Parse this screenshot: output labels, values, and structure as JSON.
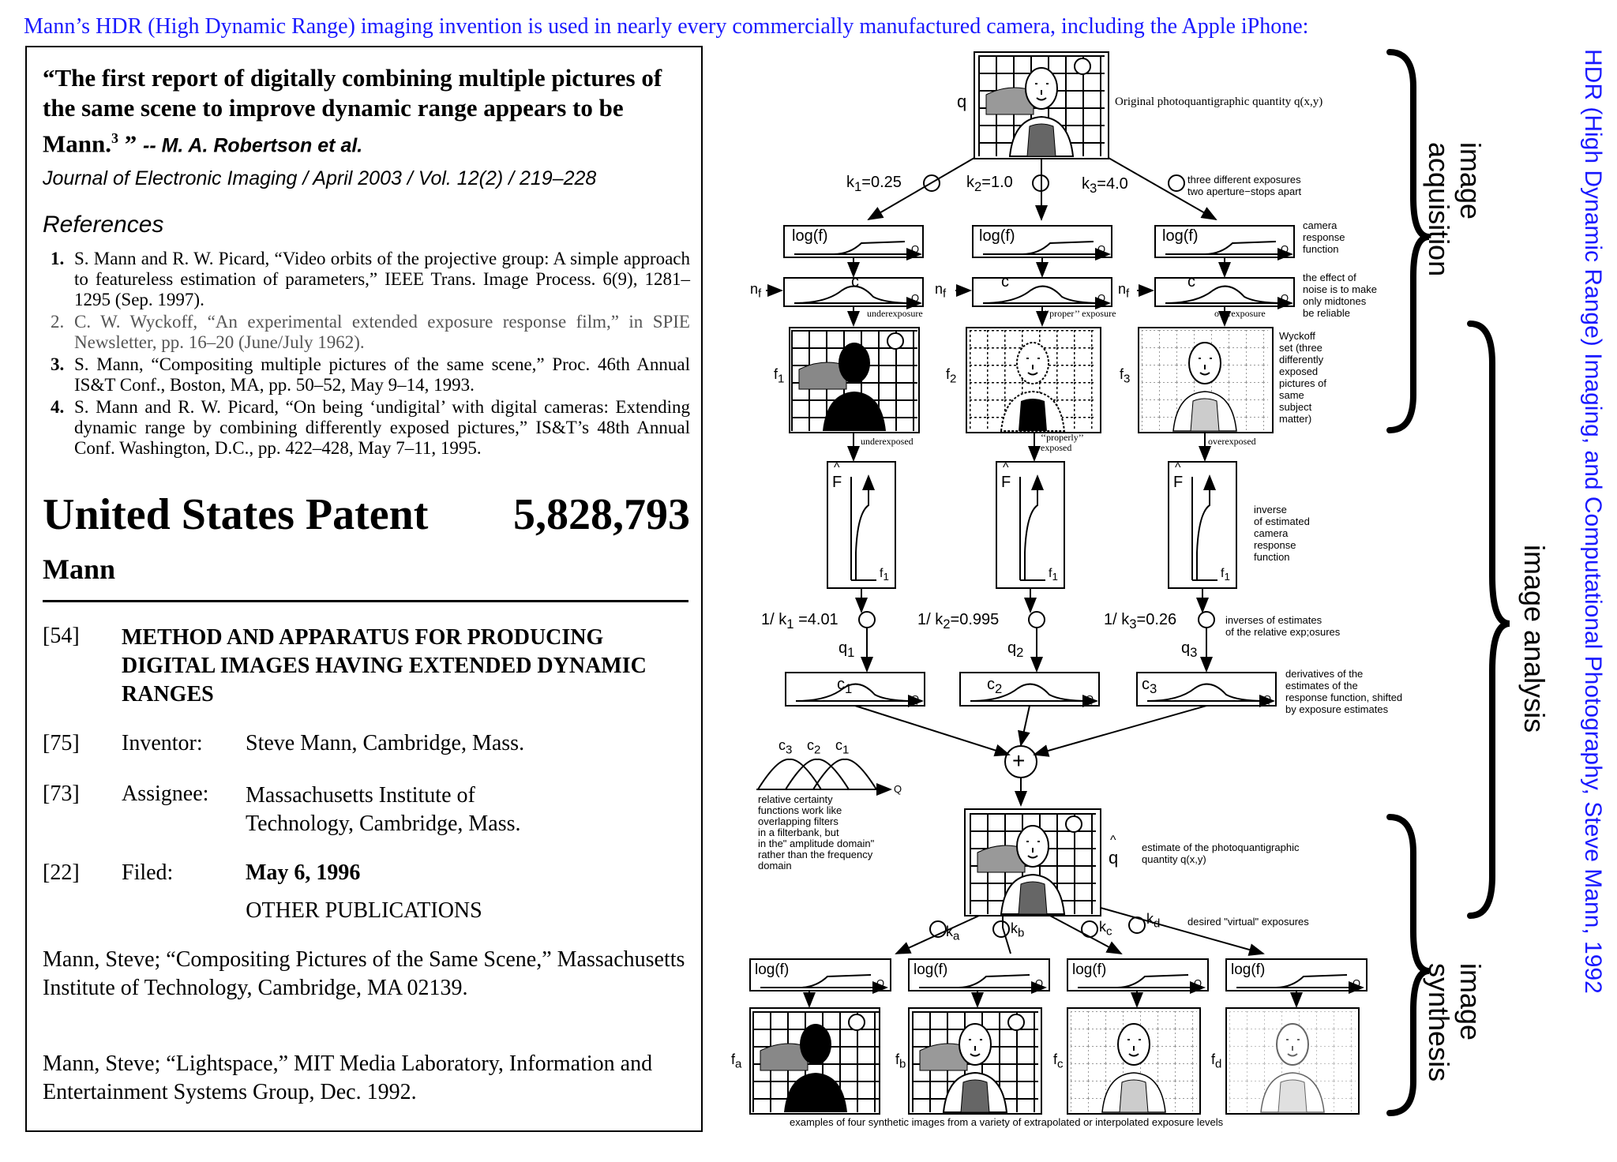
{
  "headline": "Mann’s HDR (High Dynamic Range) imaging invention is used in nearly every commercially manufactured camera, including the Apple iPhone:",
  "side_title": "HDR (High Dynamic Range) Imaging, and Computational Photography, Steve Mann, 1992",
  "patent": {
    "quote": "“The first report of digitally combining multiple pictures of the same scene to improve dynamic range appears to be Mann.",
    "quote_sup": "3",
    "quote_close": " ”",
    "quote_author": "-- M. A. Robertson et al.",
    "journal": "Journal of Electronic Imaging / April 2003 / Vol. 12(2) / 219–228",
    "refs_heading": "References",
    "refs": [
      {
        "n": "1.",
        "text": "S. Mann and R. W. Picard, “Video orbits of the projective group: A simple approach to featureless estimation of parameters,” IEEE Trans. Image Process. 6(9), 1281–1295 (Sep. 1997)."
      },
      {
        "n": "2.",
        "text": "C. W. Wyckoff, “An experimental extended exposure response film,” in SPIE Newsletter, pp. 16–20 (June/July 1962)."
      },
      {
        "n": "3.",
        "text": "S. Mann, “Compositing multiple pictures of the same scene,” Proc. 46th Annual IS&T Conf., Boston, MA, pp. 50–52, May 9–14, 1993."
      },
      {
        "n": "4.",
        "text": "S. Mann and R. W. Picard, “On being ‘undigital’ with digital cameras: Extending dynamic range by combining differently exposed pictures,” IS&T’s 48th Annual Conf. Washington, D.C., pp. 422–428, May 7–11, 1995."
      }
    ],
    "title_left": "United States Patent",
    "title_number": "5,828,793",
    "inventor_short": "Mann",
    "fields": [
      {
        "code": "[54]",
        "label": "",
        "value": "METHOD AND APPARATUS FOR PRODUCING DIGITAL IMAGES HAVING EXTENDED DYNAMIC RANGES"
      },
      {
        "code": "[75]",
        "label": "Inventor:",
        "value": "Steve Mann, Cambridge, Mass."
      },
      {
        "code": "[73]",
        "label": "Assignee:",
        "value": "Massachusetts Institute of Technology, Cambridge, Mass."
      },
      {
        "code": "[22]",
        "label": "Filed:",
        "value": "May 6, 1996"
      }
    ],
    "other_pubs_heading": "OTHER PUBLICATIONS",
    "pubs": [
      "Mann, Steve; “Compositing Pictures of the Same Scene,” Massachusetts Institute of Technology, Cambridge, MA 02139.",
      "Mann, Steve; “Lightspace,” MIT Media Laboratory, Information and Entertainment Systems Group, Dec. 1992."
    ]
  },
  "diagram": {
    "labels": {
      "q": "q",
      "orig": "Original photoquantigraphic quantity q(x,y)",
      "k1": "k",
      "k1v": "=0.25",
      "k2": "k",
      "k2v": "=1.0",
      "k3": "k",
      "k3v": "=4.0",
      "three_exp_1": "three different exposures",
      "three_exp_2": "two aperture−stops apart",
      "logf": "log(f)",
      "Q": "Q",
      "crf_1": "camera",
      "crf_2": "response",
      "crf_3": "function",
      "c": "c",
      "nf": "n",
      "noise_1": "the effect of",
      "noise_2": "noise is to make",
      "noise_3": "only midtones",
      "noise_4": "be reliable",
      "underexposure": "underexposure",
      "proper_exposure": "‘‘proper’’ exposure",
      "overexposure": "overexposure",
      "f": "f",
      "wyckoff": [
        "Wyckoff",
        "set (three",
        "differently",
        "exposed",
        "pictures of",
        "same",
        "subject",
        "matter)"
      ],
      "underexposed": "underexposed",
      "properly_1": "‘‘properly’’",
      "properly_2": "exposed",
      "overexposed": "overexposed",
      "Fhat": "F",
      "f1": "f",
      "inverse": [
        "inverse",
        "of estimated",
        "camera",
        "response",
        "function"
      ],
      "invk1": "=4.01",
      "invk2": "=0.995",
      "invk3": "=0.26",
      "one_over": "1/",
      "khat": "k",
      "inv_est_1": "inverses of estimates",
      "inv_est_2": "of the relative exp;osures",
      "qhat": "q",
      "chat": "c",
      "deriv": [
        "derivatives of the",
        "estimates of the",
        "response function, shifted",
        "by exposure estimates"
      ],
      "plus": "+",
      "certainty": [
        "relative certainty",
        "functions work like",
        "overlapping filters",
        "in a filterbank, but",
        "in the\" amplitude domain\"",
        "rather than the frequency",
        "domain"
      ],
      "estimate_1": "estimate of the photoquantigraphic",
      "estimate_2": "quantity q(x,y)",
      "virtual": "desired \"virtual\" exposures",
      "ka": "k",
      "kb": "k",
      "kc": "k",
      "kd": "k",
      "logfhat": "log(f)",
      "examples": "examples of four synthetic images from a variety of extrapolated or interpolated exposure levels",
      "brace_acq_1": "image",
      "brace_acq_2": "acquisition",
      "brace_ana": "image analysis",
      "brace_syn_1": "image",
      "brace_syn_2": "synthesis"
    },
    "subscripts": {
      "one": "1",
      "two": "2",
      "three": "3",
      "f": "f",
      "a": "a",
      "b": "b",
      "c": "c",
      "d": "d"
    }
  }
}
